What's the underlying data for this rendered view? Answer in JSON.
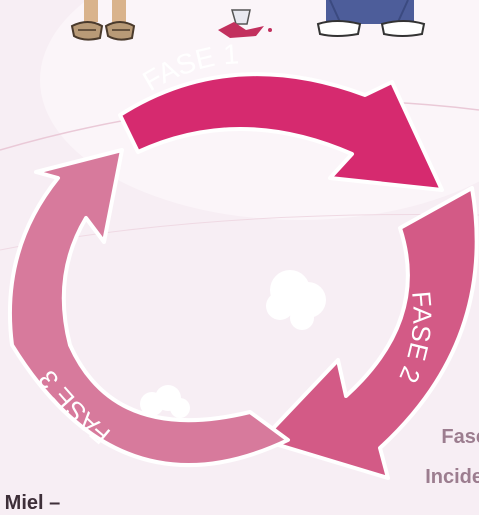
{
  "cycle": {
    "phase1": "FASE 1",
    "phase2": "FASE 2",
    "phase3": "FASE 3"
  },
  "side_text": {
    "fase": "Fase",
    "incide": "Incide",
    "miel": "e Miel –"
  },
  "colors": {
    "phase1": "#d62a6f",
    "phase2": "#d35a86",
    "phase3": "#d77a9c",
    "label_gray": "#9c7d8f",
    "background": "#f7eef4"
  }
}
